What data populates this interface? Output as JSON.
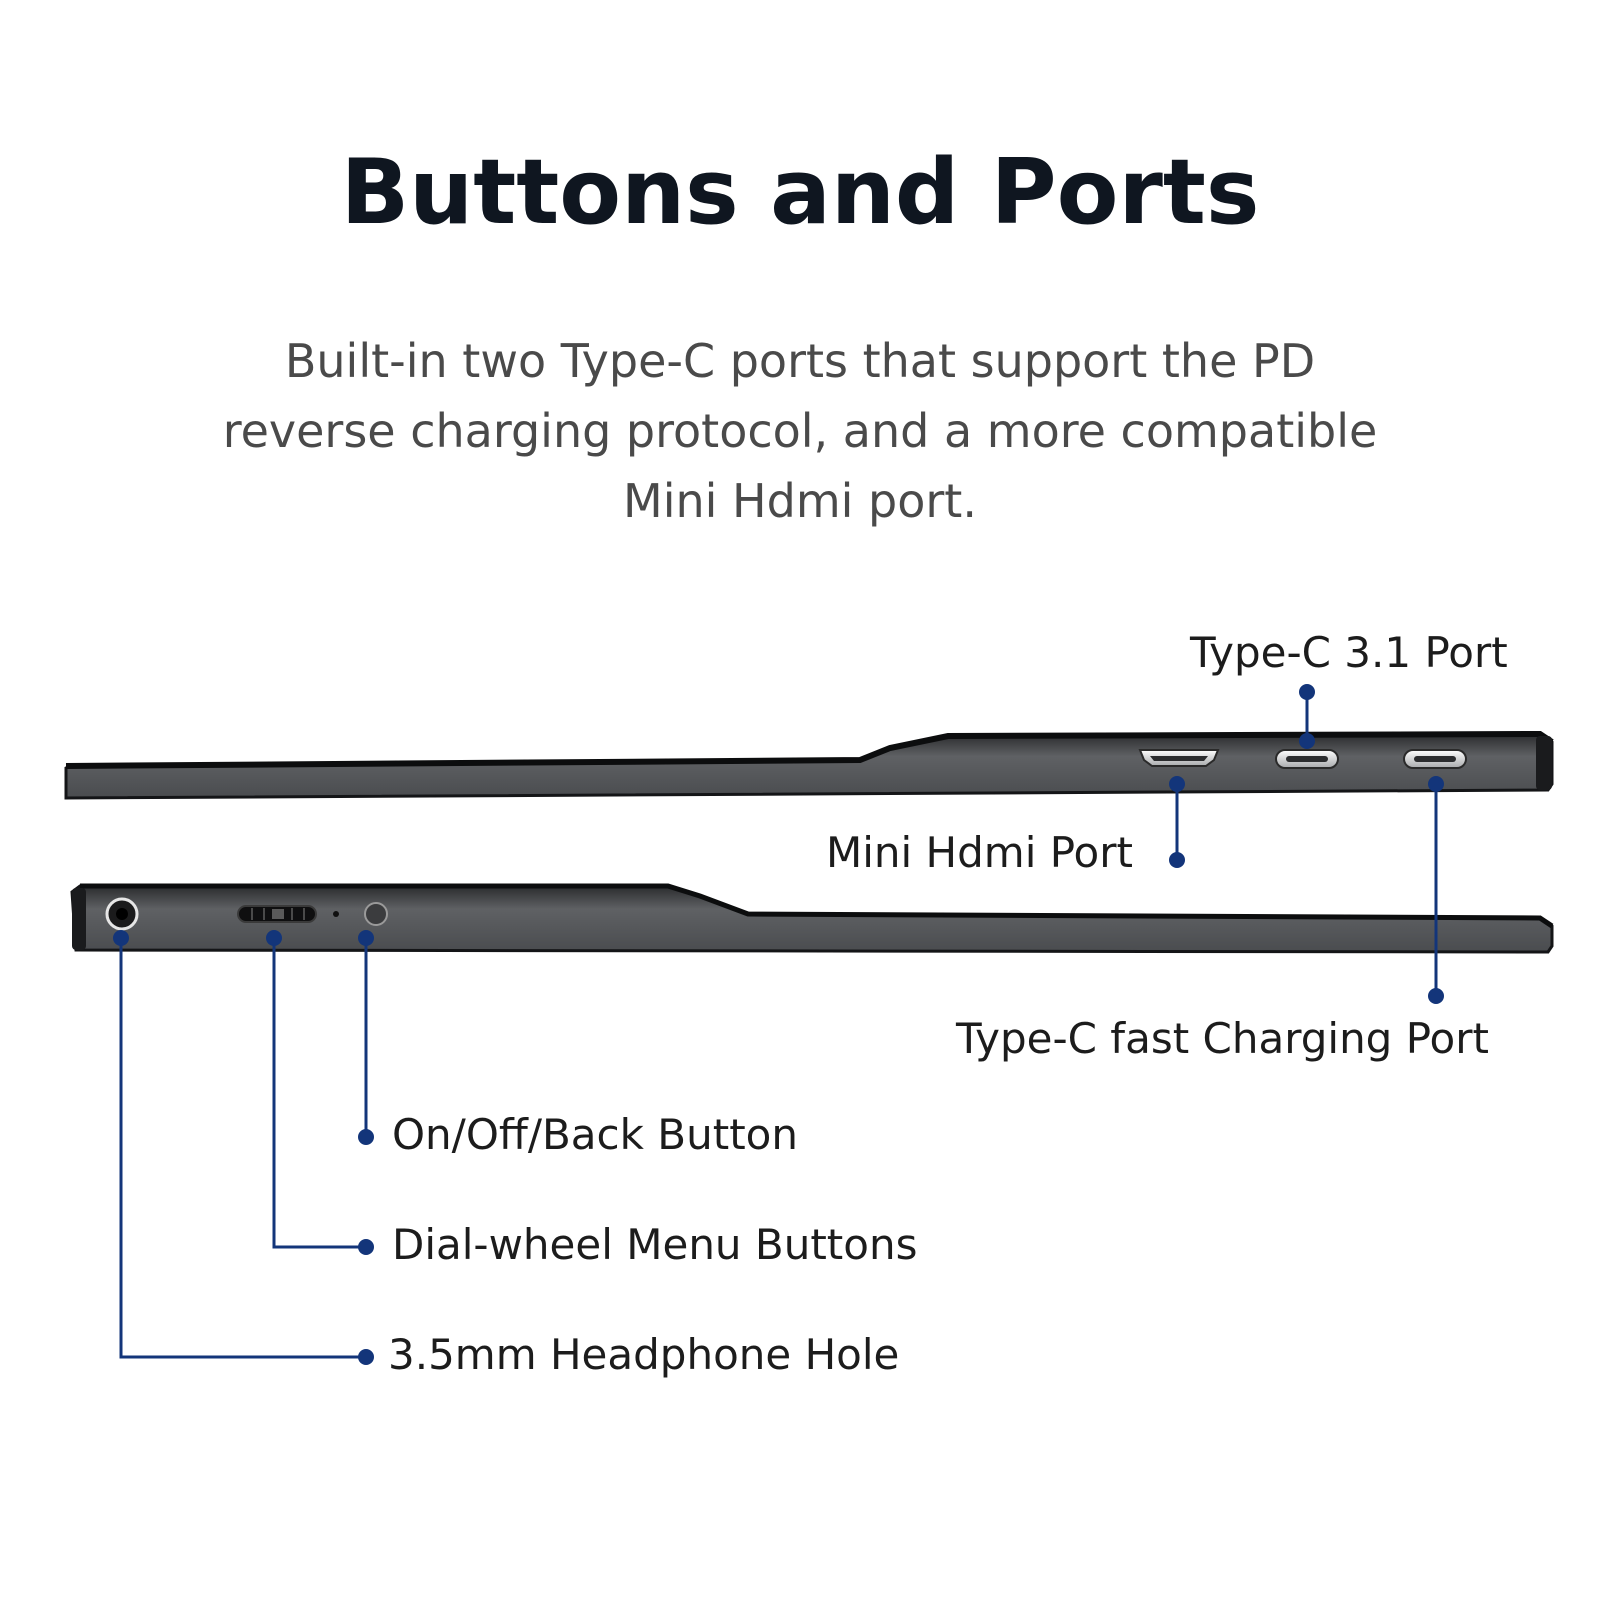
{
  "header": {
    "title": "Buttons and Ports",
    "description_lines": [
      "Built-in two Type-C ports that support the PD",
      "reverse charging protocol, and a more compatible",
      "Mini Hdmi port."
    ]
  },
  "callouts": {
    "type_c_31": "Type-C 3.1 Port",
    "mini_hdmi": "Mini Hdmi Port",
    "type_c_charging": "Type-C fast Charging Port",
    "power_button": "On/Off/Back Button",
    "dial_wheel": "Dial-wheel Menu Buttons",
    "headphone": "3.5mm Headphone Hole"
  },
  "colors": {
    "leader_line": "#13357a",
    "device_body": "#5a5c5f",
    "device_edge": "#151618",
    "title": "#0f1620",
    "description": "#4a4a4a",
    "label": "#1c1c1c"
  }
}
